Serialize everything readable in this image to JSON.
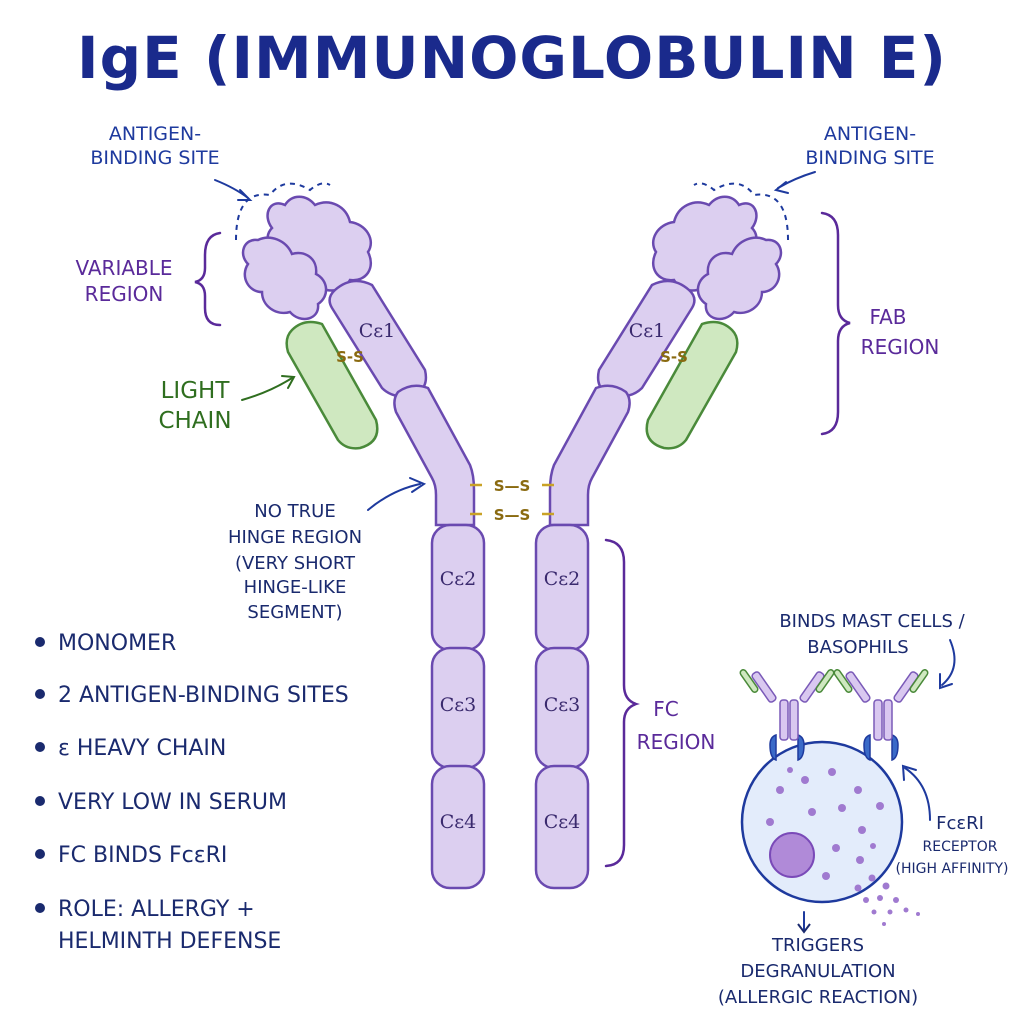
{
  "title": "IgE (IMMUNOGLOBULIN E)",
  "labels": {
    "antigen_left": [
      "ANTIGEN-",
      "BINDING SITE"
    ],
    "antigen_right": [
      "ANTIGEN-",
      "BINDING SITE"
    ],
    "variable_region": [
      "VARIABLE",
      "REGION"
    ],
    "light_chain": [
      "LIGHT",
      "CHAIN"
    ],
    "fab_region": [
      "FAB",
      "REGION"
    ],
    "hinge": [
      "NO TRUE",
      "HINGE REGION",
      "(VERY SHORT",
      "HINGE-LIKE",
      "SEGMENT)"
    ],
    "fc_region": [
      "FC",
      "REGION"
    ],
    "binds_mast": [
      "BINDS MAST CELLS /",
      "BASOPHILS"
    ],
    "receptor": [
      "FcεRI",
      "RECEPTOR",
      "(HIGH AFFINITY)"
    ],
    "triggers": [
      "TRIGGERS",
      "DEGRANULATION",
      "(ALLERGIC REACTION)"
    ]
  },
  "domains": {
    "ce1": "Cε1",
    "ce2": "Cε2",
    "ce3": "Cε3",
    "ce4": "Cε4"
  },
  "disulfide": {
    "hinge": "S—S",
    "light": "S-S"
  },
  "bullets": [
    [
      "MONOMER"
    ],
    [
      "2 ANTIGEN-BINDING SITES"
    ],
    [
      "ε HEAVY CHAIN"
    ],
    [
      "VERY LOW IN SERUM"
    ],
    [
      "FC BINDS FcεRI"
    ],
    [
      "ROLE: ALLERGY +",
      "HELMINTH DEFENSE"
    ]
  ],
  "colors": {
    "heavy_fill": "#dccff0",
    "light_fill": "#cfe8c0",
    "title": "#1a2a8c",
    "cell": "#e3ecfb"
  }
}
